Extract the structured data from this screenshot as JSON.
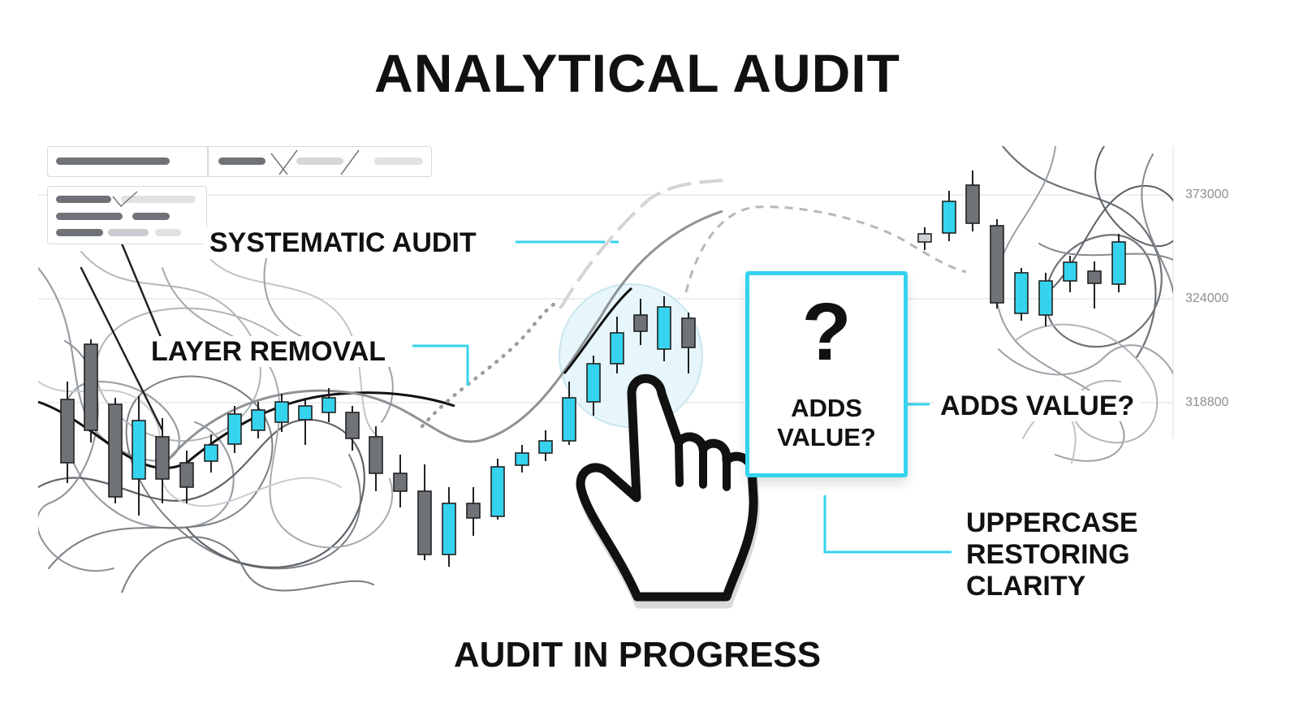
{
  "title": "ANALYTICAL AUDIT",
  "labels": {
    "systematic_audit": "SYSTEMATIC AUDIT",
    "layer_removal": "LAYER REMOVAL",
    "adds_value_right": "ADDS VALUE?",
    "uppercase_line1": "UPPERCASE",
    "uppercase_line2": "RESTORING",
    "uppercase_line3": "CLARITY"
  },
  "question_box": {
    "mark": "?",
    "line1": "ADDS",
    "line2": "VALUE?"
  },
  "footer": "AUDIT IN PROGRESS",
  "axis": {
    "ticks": [
      "373000",
      "324000",
      "318800"
    ]
  },
  "colors": {
    "accent": "#35d3ee",
    "ink": "#111111",
    "gray": "#6f7378"
  },
  "icons": {
    "pointer": "hand-pointer-icon"
  }
}
